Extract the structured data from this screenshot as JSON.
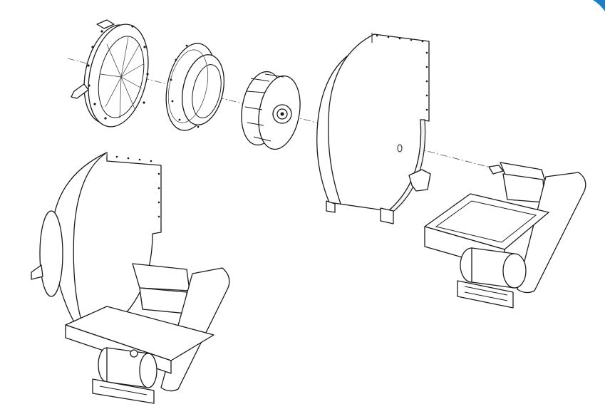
{
  "colors": {
    "background": "#ffffff",
    "line": "#1a1a1a",
    "corner_accent": "#1a7fc4"
  },
  "drawing": {
    "type": "exploded-view line drawing",
    "components": [
      "inlet-damper",
      "inlet-cone",
      "impeller",
      "scroll-housing",
      "bearing-drive-assembly",
      "assembled-fan"
    ]
  }
}
